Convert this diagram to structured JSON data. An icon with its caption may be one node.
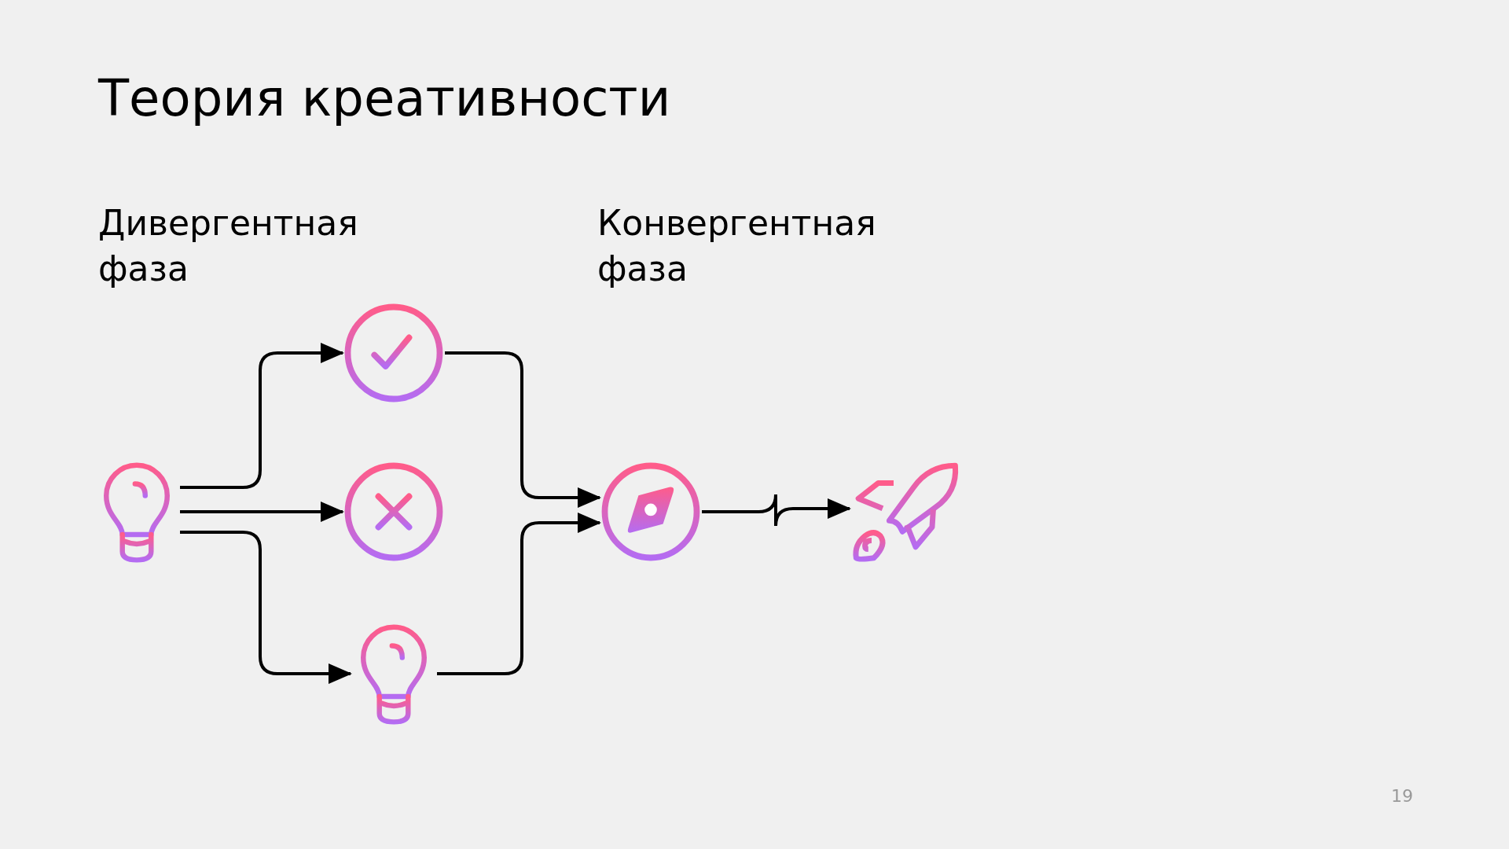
{
  "diagram": {
    "title": "Теория креативности",
    "nodes": [
      {
        "text": [],
        "shape": "bulb"
      },
      {
        "text": [],
        "shape": "check"
      },
      {
        "text": [],
        "shape": "cross"
      },
      {
        "text": [],
        "shape": "bulb"
      },
      {
        "text": [],
        "shape": "compass"
      },
      {
        "text": [],
        "shape": "rocket"
      }
    ],
    "edges": [
      {
        "from": 0,
        "to": 1,
        "arrow": "to"
      },
      {
        "from": 0,
        "to": 2,
        "arrow": "to"
      },
      {
        "from": 0,
        "to": 3,
        "arrow": "to"
      },
      {
        "from": 1,
        "to": 4,
        "arrow": "to"
      },
      {
        "from": 3,
        "to": 4,
        "arrow": "to"
      },
      {
        "from": 4,
        "to": 5,
        "arrow": "to"
      }
    ],
    "labels": [
      "Дивергентная фаза",
      "Конвергентная фаза",
      "19"
    ]
  }
}
